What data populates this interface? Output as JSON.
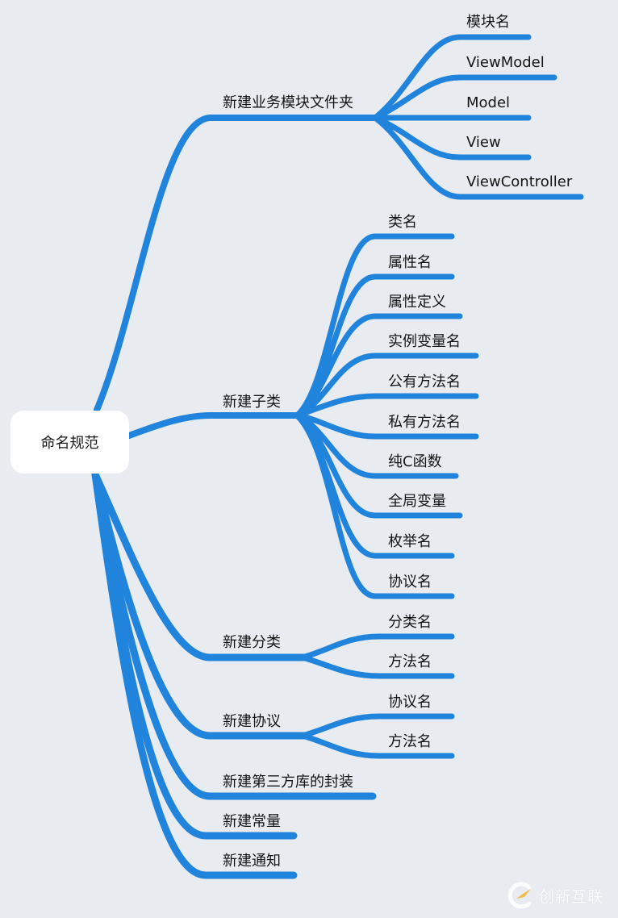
{
  "colors": {
    "background": "#e8ebef",
    "branch": "#2184dc",
    "root_fill": "#ffffff",
    "text": "#141414"
  },
  "root": {
    "label": "命名规范"
  },
  "branches": [
    {
      "label": "新建业务模块文件夹",
      "children": [
        "模块名",
        "ViewModel",
        "Model",
        "View",
        "ViewController"
      ]
    },
    {
      "label": "新建子类",
      "children": [
        "类名",
        "属性名",
        "属性定义",
        "实例变量名",
        "公有方法名",
        "私有方法名",
        "纯C函数",
        "全局变量",
        "枚举名",
        "协议名"
      ]
    },
    {
      "label": "新建分类",
      "children": [
        "分类名",
        "方法名"
      ]
    },
    {
      "label": "新建协议",
      "children": [
        "协议名",
        "方法名"
      ]
    },
    {
      "label": "新建第三方库的封装",
      "children": []
    },
    {
      "label": "新建常量",
      "children": []
    },
    {
      "label": "新建通知",
      "children": []
    }
  ],
  "watermark": {
    "icon": "logo-icon",
    "text": "创新互联"
  }
}
